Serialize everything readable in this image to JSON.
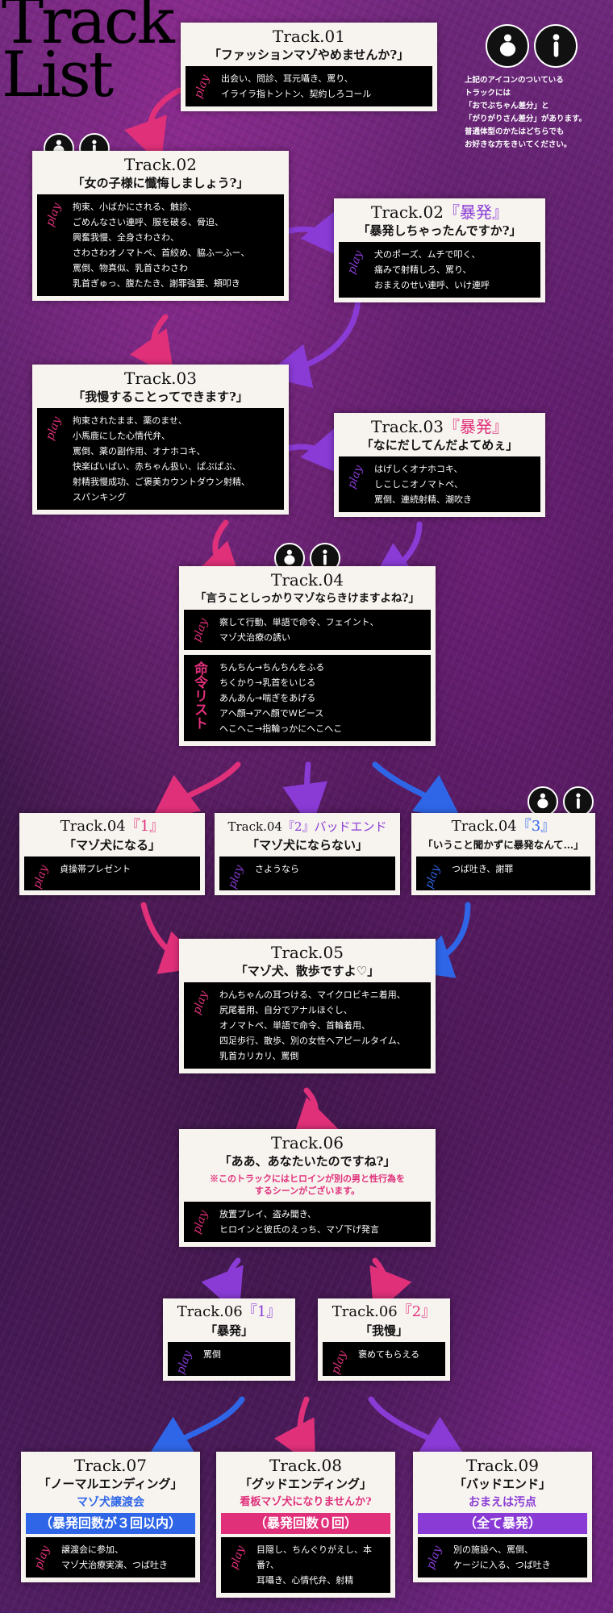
{
  "header": {
    "title_line1": "Track",
    "title_line2": "List"
  },
  "note": {
    "lines": [
      "上記のアイコンのついている",
      "トラックには",
      "「おでぶちゃん差分」と",
      "「がりがりさん差分」があります。",
      "普通体型のかたはどちらでも",
      "お好きな方をきいてください。"
    ]
  },
  "play_label": "play",
  "colors": {
    "pink": "#e0307a",
    "purple": "#8a3bd6",
    "blue": "#2f66e8",
    "red_note": "#e0307a"
  },
  "tracks": {
    "t01": {
      "num": "Track.01",
      "title": "「ファッションマゾやめませんか?」",
      "play": [
        "出会い、問診、耳元囁き、罵り、",
        "イライラ指トントン、契約しろコール"
      ]
    },
    "t02": {
      "num": "Track.02",
      "title": "「女の子様に懺悔しましょう?」",
      "play": [
        "拘束、小ばかにされる、触診、",
        "ごめんなさい連呼、服を破る、脅迫、",
        "興奮我慢、全身さわさわ、",
        "さわさわオノマトペ、首絞め、脇ふーふー、",
        "罵倒、物真似、乳首さわさわ",
        "乳首ぎゅっ、腹たたき、謝罪強要、頬叩き"
      ]
    },
    "t02b": {
      "num": "Track.02",
      "num_ex": "『暴発』",
      "title": "「暴発しちゃったんですか?」",
      "play": [
        "犬のポーズ、ムチで叩く、",
        "痛みで射精しろ、罵り、",
        "おまえのせい連呼、いけ連呼"
      ]
    },
    "t03": {
      "num": "Track.03",
      "title": "「我慢することってできます?」",
      "play": [
        "拘束されたまま、薬のませ、",
        "小馬鹿にした心情代弁、",
        "罵倒、薬の副作用、オナホコキ、",
        "快楽ばいばい、赤ちゃん扱い、ぱぶぱぶ、",
        "射精我慢成功、ご褒美カウントダウン射精、",
        "スパンキング"
      ]
    },
    "t03b": {
      "num": "Track.03",
      "num_ex": "『暴発』",
      "title": "「なにだしてんだよてめぇ」",
      "play": [
        "はげしくオナホコキ、",
        "しこしこオノマトペ、",
        "罵倒、連続射精、潮吹き"
      ]
    },
    "t04": {
      "num": "Track.04",
      "title": "「言うことしっかりマゾならきけますよね?」",
      "play": [
        "察して行動、単語で命令、フェイント、",
        "マゾ犬治療の誘い"
      ],
      "cmd_label": "命令リスト",
      "cmd": [
        "ちんちん→ちんちんをふる",
        "ちくかり→乳首をいじる",
        "あんあん→喘ぎをあげる",
        "アヘ顔→アヘ顔でＷピース",
        "へこへこ→指輪っかにへこへこ"
      ]
    },
    "t04a": {
      "num": "Track.04",
      "num_ex": "『1』",
      "title": "「マゾ犬になる」",
      "play": [
        "貞操帯プレゼント"
      ]
    },
    "t04b": {
      "num": "Track.04",
      "num_ex": "『2』バッドエンド",
      "title": "「マゾ犬にならない」",
      "play": [
        "さようなら"
      ]
    },
    "t04c": {
      "num": "Track.04",
      "num_ex": "『3』",
      "title": "「いうこと聞かずに暴発なんて…」",
      "play": [
        "つば吐き、謝罪"
      ]
    },
    "t05": {
      "num": "Track.05",
      "title": "「マゾ犬、散歩ですよ♡」",
      "play": [
        "わんちゃんの耳つける、マイクロビキニ着用、",
        "尻尾着用、自分でアナルほぐし、",
        "オノマトペ、単語で命令、首輪着用、",
        "四足歩行、散歩、別の女性へアピールタイム、",
        "乳首カリカリ、罵倒"
      ]
    },
    "t06": {
      "num": "Track.06",
      "title": "「ああ、あなたいたのですね?」",
      "warning": [
        "※このトラックにはヒロインが別の男と性行為を",
        "するシーンがございます。"
      ],
      "play": [
        "放置プレイ、盗み聞き、",
        "ヒロインと彼氏のえっち、マゾ下げ発言"
      ]
    },
    "t06a": {
      "num": "Track.06",
      "num_ex": "『1』",
      "title": "「暴発」",
      "play": [
        "罵倒"
      ]
    },
    "t06b": {
      "num": "Track.06",
      "num_ex": "『2』",
      "title": "「我慢」",
      "play": [
        "褒めてもらえる"
      ]
    },
    "t07": {
      "num": "Track.07",
      "title": "「ノーマルエンディング」",
      "sub": "マゾ犬譲渡会",
      "band": "（暴発回数が３回以内）",
      "play": [
        "譲渡会に参加、",
        "マゾ犬治療実演、つば吐き"
      ]
    },
    "t08": {
      "num": "Track.08",
      "title": "「グッドエンディング」",
      "sub": "看板マゾ犬になりませんか?",
      "band": "（暴発回数０回）",
      "play": [
        "目隠し、ちんぐりがえし、本番?、",
        "耳囁き、心情代弁、射精"
      ]
    },
    "t09": {
      "num": "Track.09",
      "title": "「バッドエンド」",
      "sub": "おまえは汚点",
      "band": "（全て暴発）",
      "play": [
        "別の施設へ、罵倒、",
        "ケージに入る、つば吐き"
      ]
    }
  }
}
